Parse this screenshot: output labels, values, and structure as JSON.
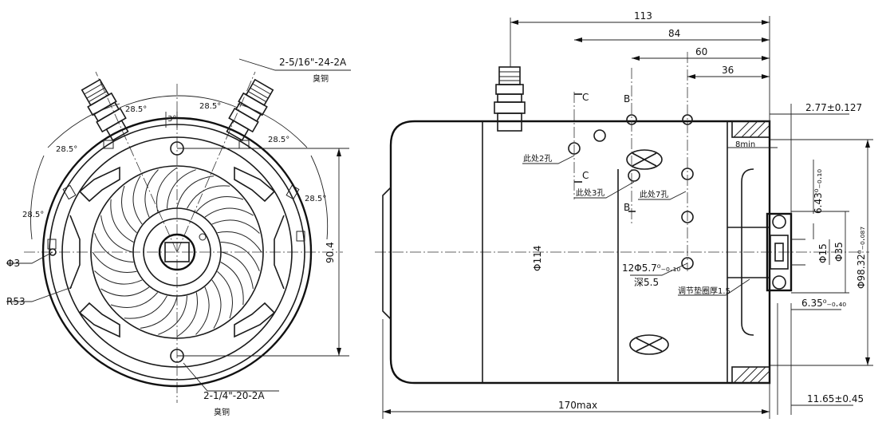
{
  "front_view": {
    "angle_labels": [
      "28.5°",
      "28.5°",
      "28.5°",
      "28.5°",
      "28.5°"
    ],
    "small_angle_label": "3°",
    "thread_top": "2-5/16\"-24-2A",
    "thread_top_note": "臭铜",
    "thread_bottom": "2-1/4\"-20-2A",
    "thread_bottom_note": "臭铜",
    "hole_label": "Φ3",
    "radius_label": "R53",
    "height_dim": "90.4"
  },
  "side_view": {
    "dim_113": "113",
    "dim_84": "84",
    "dim_60": "60",
    "dim_36": "36",
    "dim_length": "170max",
    "dim_flange": "2.77±0.127",
    "dim_8min": "8min",
    "dim_643": "6.43⁰₋₀.₁₀",
    "dim_dia114": "Φ114",
    "dim_dia15": "Φ15",
    "dim_dia35": "Φ35",
    "dim_dia98": "Φ98.32⁰₋₀.₀₈₇",
    "dim_635": "6.35⁰₋₀.₄₀",
    "dim_1165": "11.65±0.45",
    "note_2holes": "此处2孔",
    "note_3holes": "此处3孔",
    "note_7holes": "此处7孔",
    "holes_12": "12Φ5.7⁰₋₀.₁₀",
    "depth": "深5.5",
    "note_gasket": "调节垫圈厚1.5",
    "section_C_top": "C",
    "section_C_bot": "C",
    "section_B_top": "B",
    "section_B_bot": "B"
  }
}
